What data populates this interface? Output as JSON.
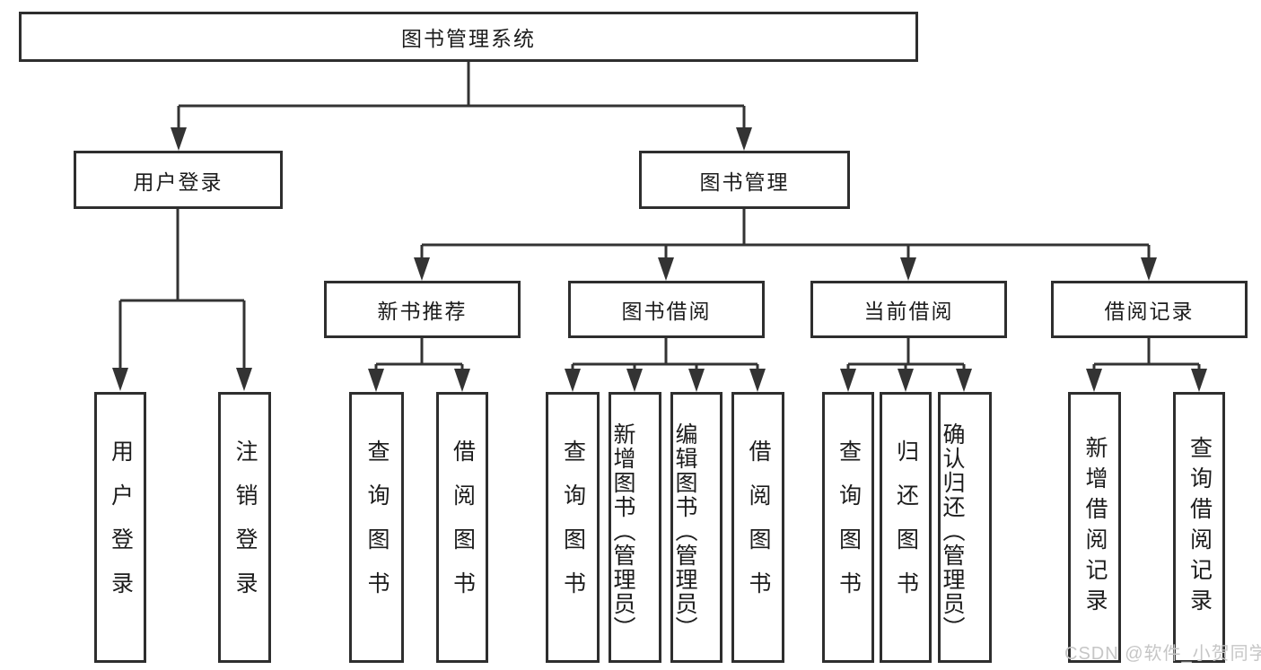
{
  "nodes": {
    "root": "图书管理系统",
    "user_login": "用户登录",
    "book_mgmt": "图书管理",
    "new_book_rec": "新书推荐",
    "book_borrow": "图书借阅",
    "current_borrow": "当前借阅",
    "borrow_record": "借阅记录",
    "leaf_user_login": "用户登录",
    "leaf_logout": "注销登录",
    "leaf_rec_query": "查询图书",
    "leaf_rec_borrow": "借阅图书",
    "leaf_bb_query": "查询图书",
    "leaf_bb_add": "新增图书（管理员）",
    "leaf_bb_edit": "编辑图书（管理员）",
    "leaf_bb_borrow": "借阅图书",
    "leaf_cb_query": "查询图书",
    "leaf_cb_return": "归还图书",
    "leaf_cb_confirm": "确认归还（管理员）",
    "leaf_br_add": "新增借阅记录",
    "leaf_br_query": "查询借阅记录"
  },
  "watermark": "CSDN @软件_小贺同学",
  "colors": {
    "line": "#333333",
    "border": "#2e2e2e",
    "text": "#1c1c1c",
    "watermark": "#c6c6c6"
  }
}
